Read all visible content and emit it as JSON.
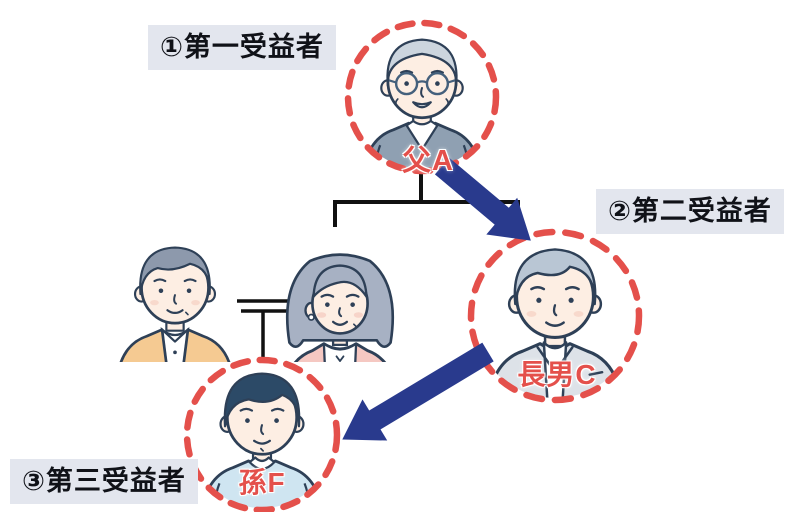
{
  "diagram": {
    "title_labels": {
      "first": "①第一受益者",
      "second": "②第二受益者",
      "third": "③第三受益者"
    },
    "names": {
      "father": "父A",
      "eldest_son": "長男C",
      "grandson": "孫F"
    },
    "illustrations": [
      {
        "icon": "elderly-man-glasses-illustration",
        "caption": "父A"
      },
      {
        "icon": "man-in-suit-illustration",
        "caption": "長男C"
      },
      {
        "icon": "young-man-illustration",
        "caption": "孫F"
      },
      {
        "icon": "middle-aged-man-illustration",
        "caption": ""
      },
      {
        "icon": "middle-aged-woman-illustration",
        "caption": ""
      }
    ],
    "connectors": {
      "family_tree": "parent-child-lines",
      "marriage": "double-bar-with-child-line",
      "succession_arrows": [
        "father-to-eldest-son",
        "eldest-son-to-grandson"
      ]
    },
    "colors": {
      "beneficiary_circle": "#e4504b",
      "beneficiary_name_text": "#e4504b",
      "succession_arrow": "#293a8d",
      "label_background": "#e3e6ee",
      "label_text": "#101218",
      "tree_line": "#111111",
      "background": "#ffffff"
    }
  }
}
